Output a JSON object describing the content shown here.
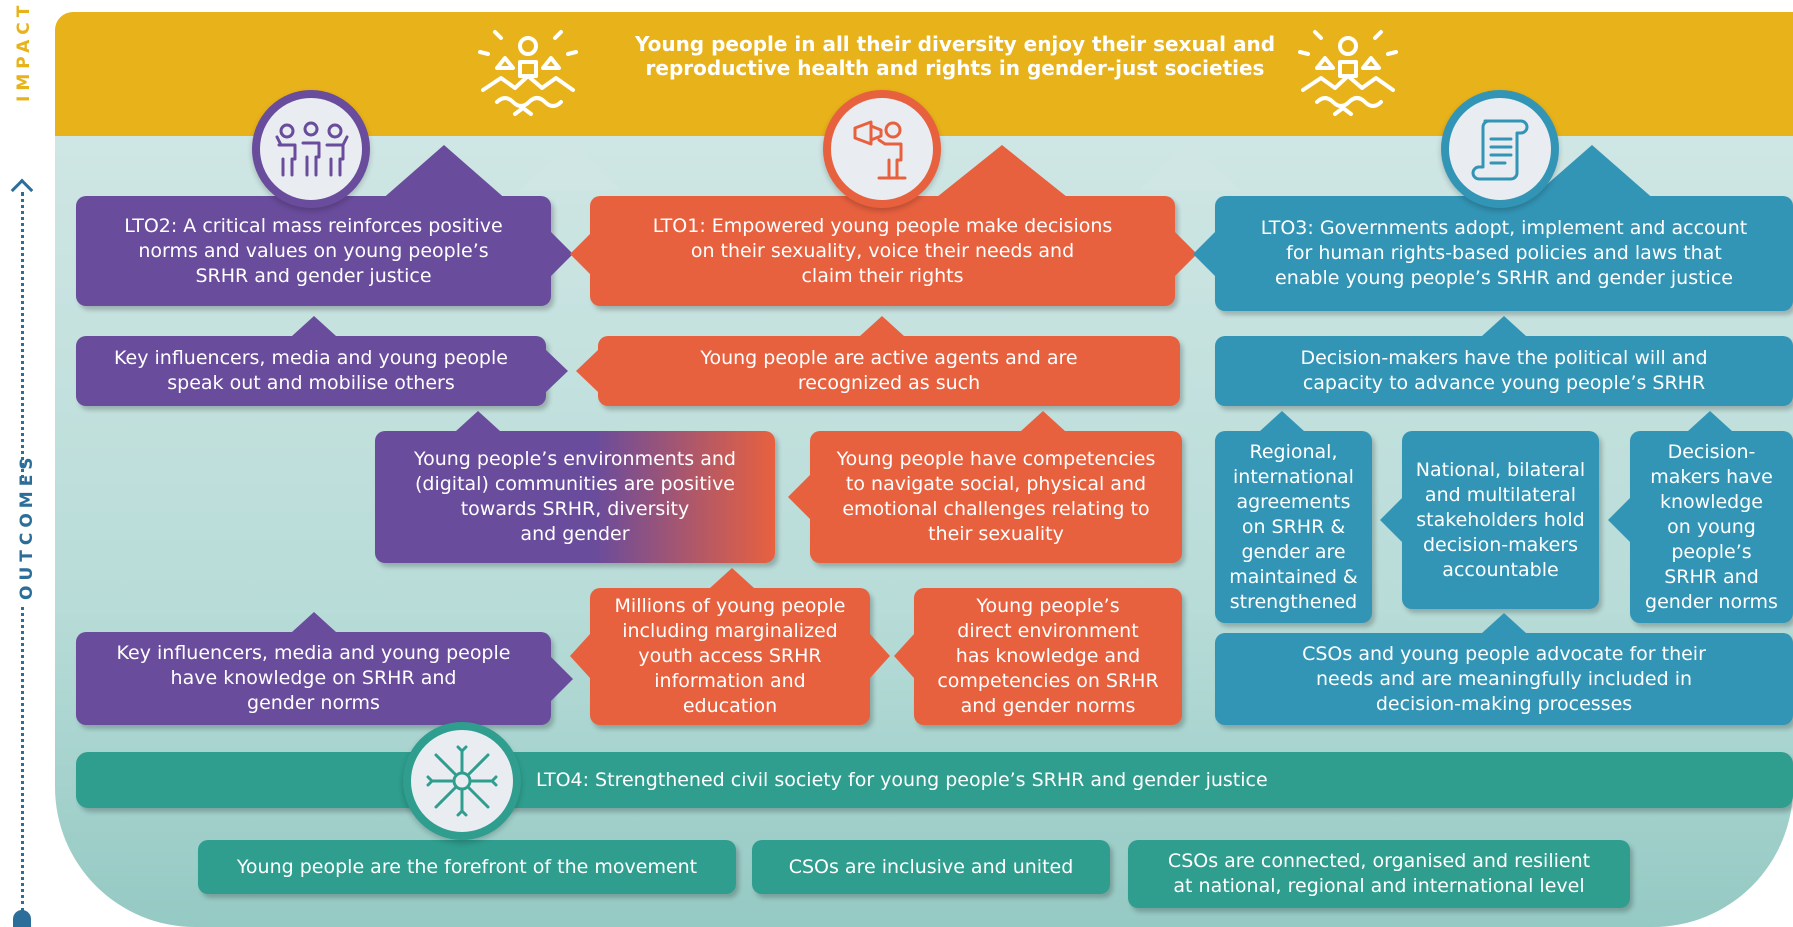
{
  "side_labels": {
    "impact": "IMPACT",
    "outcomes": "OUTCOMES"
  },
  "impact": {
    "text_line1": "Young people in all their diversity enjoy their sexual and",
    "text_line2": "reproductive health and rights in gender-just societies"
  },
  "lto2": {
    "line1": "LTO2: A critical mass reinforces positive",
    "line2": "norms and values on young people’s",
    "line3": "SRHR and gender justice"
  },
  "lto1": {
    "line1": "LTO1: Empowered young people make decisions",
    "line2": "on their sexuality, voice their needs and",
    "line3": "claim their rights"
  },
  "lto3": {
    "line1": "LTO3: Governments adopt, implement and account",
    "line2": "for human rights-based policies and laws that",
    "line3": "enable young people’s SRHR and gender justice"
  },
  "purple_outcomes": {
    "speak_out": {
      "line1": "Key influencers, media and young people",
      "line2": "speak out and mobilise others"
    },
    "environments": {
      "line1": "Young people’s environments and",
      "line2": "(digital) communities are positive",
      "line3": "towards SRHR, diversity",
      "line4": "and gender"
    },
    "knowledge": {
      "line1": "Key influencers, media and young people",
      "line2": "have knowledge on SRHR and",
      "line3": "gender norms"
    }
  },
  "orange_outcomes": {
    "active_agents": {
      "line1": "Young people are active agents and are",
      "line2": "recognized as such"
    },
    "competencies": {
      "line1": "Young people have competencies",
      "line2": "to navigate social, physical and",
      "line3": "emotional challenges relating to",
      "line4": "their sexuality"
    },
    "millions": {
      "line1": "Millions of young people",
      "line2": "including marginalized",
      "line3": "youth access SRHR",
      "line4": "information and",
      "line5": "education"
    },
    "direct_env": {
      "line1": "Young people’s",
      "line2": "direct environment",
      "line3": "has knowledge and",
      "line4": "competencies on SRHR",
      "line5": "and gender norms"
    }
  },
  "blue_outcomes": {
    "political_will": {
      "line1": "Decision-makers have the political will and",
      "line2": "capacity to advance young people’s SRHR"
    },
    "regional": {
      "line1": "Regional,",
      "line2": "international",
      "line3": "agreements",
      "line4": "on SRHR &",
      "line5": "gender are",
      "line6": "maintained &",
      "line7": "strengthened"
    },
    "national": {
      "line1": "National, bilateral",
      "line2": "and multilateral",
      "line3": "stakeholders hold",
      "line4": "decision-makers",
      "line5": "accountable"
    },
    "dm_knowledge": {
      "line1": "Decision-",
      "line2": "makers have",
      "line3": "knowledge",
      "line4": "on young",
      "line5": "people’s",
      "line6": "SRHR and",
      "line7": "gender norms"
    },
    "csos_advocate": {
      "line1": "CSOs and young people advocate for their",
      "line2": "needs and are meaningfully included in",
      "line3": "decision-making processes"
    }
  },
  "lto4": {
    "text": "LTO4: Strengthened civil society for young people’s SRHR and gender justice"
  },
  "teal_outcomes": {
    "forefront": "Young people are the forefront of the movement",
    "inclusive": "CSOs are inclusive and united",
    "connected_line1": "CSOs are connected, organised and resilient",
    "connected_line2": "at national, regional and international level"
  },
  "icons": [
    "people-group-icon",
    "megaphone-person-icon",
    "scroll-document-icon",
    "linked-hands-icon",
    "community-mountain-icon"
  ],
  "colors": {
    "impact": "#e8b21a",
    "purple": "#6a4c9c",
    "orange": "#e8613f",
    "blue": "#3395b6",
    "teal": "#2f9e8e",
    "background": "#a9d3cf",
    "side_label_impact": "#e8b21a",
    "side_label_outcomes": "#2c6e9a"
  }
}
